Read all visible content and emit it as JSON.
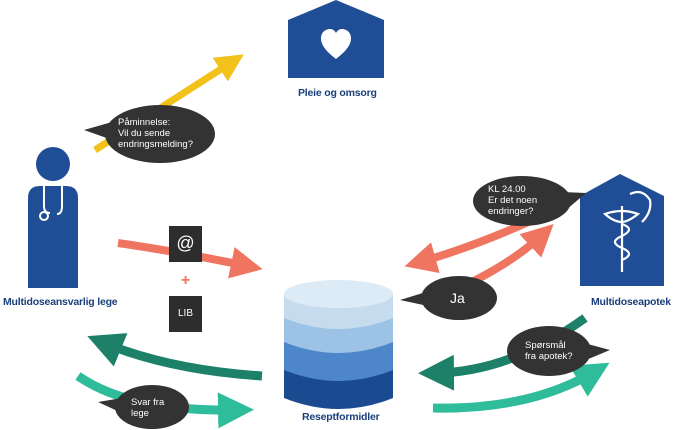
{
  "nodes": {
    "care": "Pleie og omsorg",
    "doctor": "Multidoseansvarlig lege",
    "pharmacy": "Multidoseapotek",
    "rf": "Reseptformidler"
  },
  "bubbles": {
    "reminder": [
      "Påminnelse:",
      "Vil du sende",
      "endringsmelding?"
    ],
    "kl24": [
      "KL 24.00",
      "Er det noen",
      "endringer?"
    ],
    "ja": "Ja",
    "question": [
      "Spørsmål",
      "fra apotek?"
    ],
    "answer": [
      "Svar fra",
      "lege"
    ]
  },
  "boxes": {
    "at": "@",
    "plus": "+",
    "lib": "LIB"
  },
  "colors": {
    "navy": "#1f4e96",
    "dark_bubble": "#333333",
    "yellow": "#f2c21b",
    "salmon": "#ef7561",
    "teal_dark": "#1d8069",
    "teal_light": "#2fbc9b",
    "db_top": "#c6dcee",
    "db_mid": "#4d86c9",
    "db_bottom": "#1a4a90"
  },
  "icons": [
    "house-heart-icon",
    "doctor-icon",
    "pharmacy-house-icon",
    "database-icon"
  ]
}
